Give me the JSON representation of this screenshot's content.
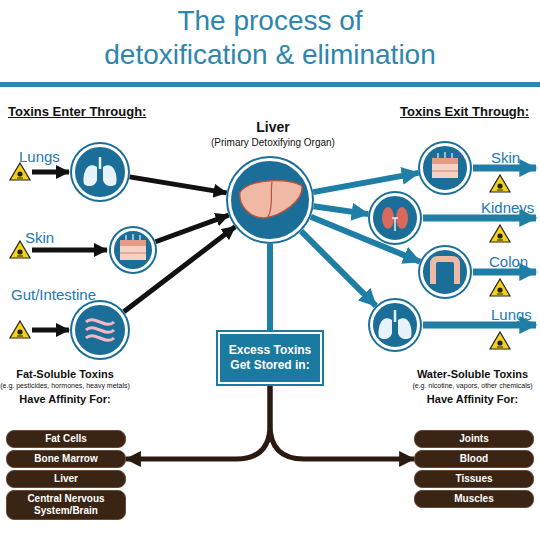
{
  "diagram": {
    "title": "The process of detoxification & elimination",
    "nodes": [
      {
        "text": [
          "Lungs"
        ]
      },
      {
        "text": [
          "Skin"
        ]
      },
      {
        "text": [
          "Gut/Intestine"
        ]
      },
      {
        "text": [
          "Liver",
          "(Primary Detoxifying Organ)"
        ]
      },
      {
        "text": [
          "Skin"
        ]
      },
      {
        "text": [
          "Kidneys"
        ]
      },
      {
        "text": [
          "Colon"
        ]
      },
      {
        "text": [
          "Lungs"
        ]
      },
      {
        "text": [
          "Excess Toxins Get Stored in:"
        ]
      },
      {
        "text": [
          "Fat Cells"
        ]
      },
      {
        "text": [
          "Bone Marrow"
        ]
      },
      {
        "text": [
          "Liver"
        ]
      },
      {
        "text": [
          "Central Nervous System/Brain"
        ]
      },
      {
        "text": [
          "Joints"
        ]
      },
      {
        "text": [
          "Blood"
        ]
      },
      {
        "text": [
          "Tissues"
        ]
      },
      {
        "text": [
          "Muscles"
        ]
      }
    ],
    "edges": [
      {
        "from": 0,
        "to": 3,
        "arrow": "to"
      },
      {
        "from": 1,
        "to": 3,
        "arrow": "to"
      },
      {
        "from": 2,
        "to": 3,
        "arrow": "to"
      },
      {
        "from": 3,
        "to": 4,
        "arrow": "to"
      },
      {
        "from": 3,
        "to": 5,
        "arrow": "to"
      },
      {
        "from": 3,
        "to": 6,
        "arrow": "to"
      },
      {
        "from": 3,
        "to": 7,
        "arrow": "to"
      },
      {
        "from": 3,
        "to": 8,
        "arrow": "none"
      },
      {
        "from": 8,
        "to": 10,
        "arrow": "to"
      },
      {
        "from": 8,
        "to": 14,
        "arrow": "to"
      }
    ],
    "labels": [
      "Toxins Enter Through:",
      "Toxins Exit Through:",
      "Fat-Soluble Toxins",
      "(e.g. pesticides, hormones, heavy metals)",
      "Have Affinity For:",
      "Water-Soluble Toxins",
      "(e.g. nicotine, vapors, other chemicals)",
      "Have Affinity For:"
    ]
  }
}
